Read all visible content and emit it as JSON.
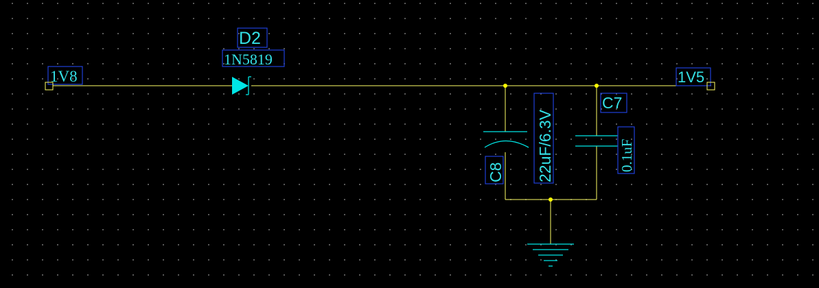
{
  "schematic": {
    "nets": {
      "input": "1V8",
      "output": "1V5"
    },
    "diode": {
      "ref": "D2",
      "value": "1N5819"
    },
    "cap_c8": {
      "ref": "C8",
      "value": "22uF/6.3V"
    },
    "cap_c7": {
      "ref": "C7",
      "value": "0.1uF"
    }
  },
  "colors": {
    "wire": "#ffff66",
    "symbol": "#00e5e5",
    "label_text": "#34e0e6",
    "label_box": "#1f3fd8",
    "junction": "#ffff00",
    "grid_dot": "#6a6a6a"
  }
}
